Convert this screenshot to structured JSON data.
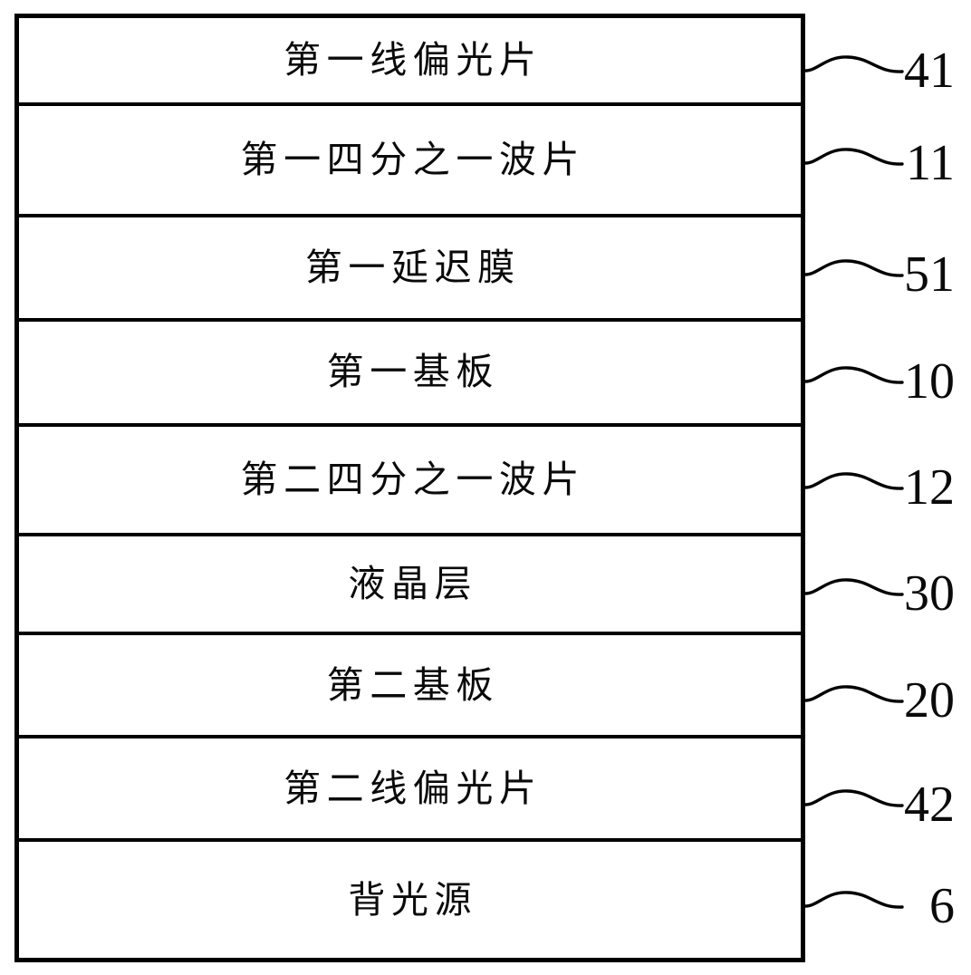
{
  "figure": {
    "type": "patent-layer-stack",
    "orientation": "vertical",
    "background_color": "#ffffff",
    "line_color": "#000000",
    "text_color": "#0a0a0a"
  },
  "layers": [
    {
      "label": "第一线偏光片",
      "ref": "41"
    },
    {
      "label": "第一四分之一波片",
      "ref": "11"
    },
    {
      "label": "第一延迟膜",
      "ref": "51"
    },
    {
      "label": "第一基板",
      "ref": "10"
    },
    {
      "label": "第二四分之一波片",
      "ref": "12"
    },
    {
      "label": "液晶层",
      "ref": "30"
    },
    {
      "label": "第二基板",
      "ref": "20"
    },
    {
      "label": "第二线偏光片",
      "ref": "42"
    },
    {
      "label": "背光源",
      "ref": "6"
    }
  ]
}
